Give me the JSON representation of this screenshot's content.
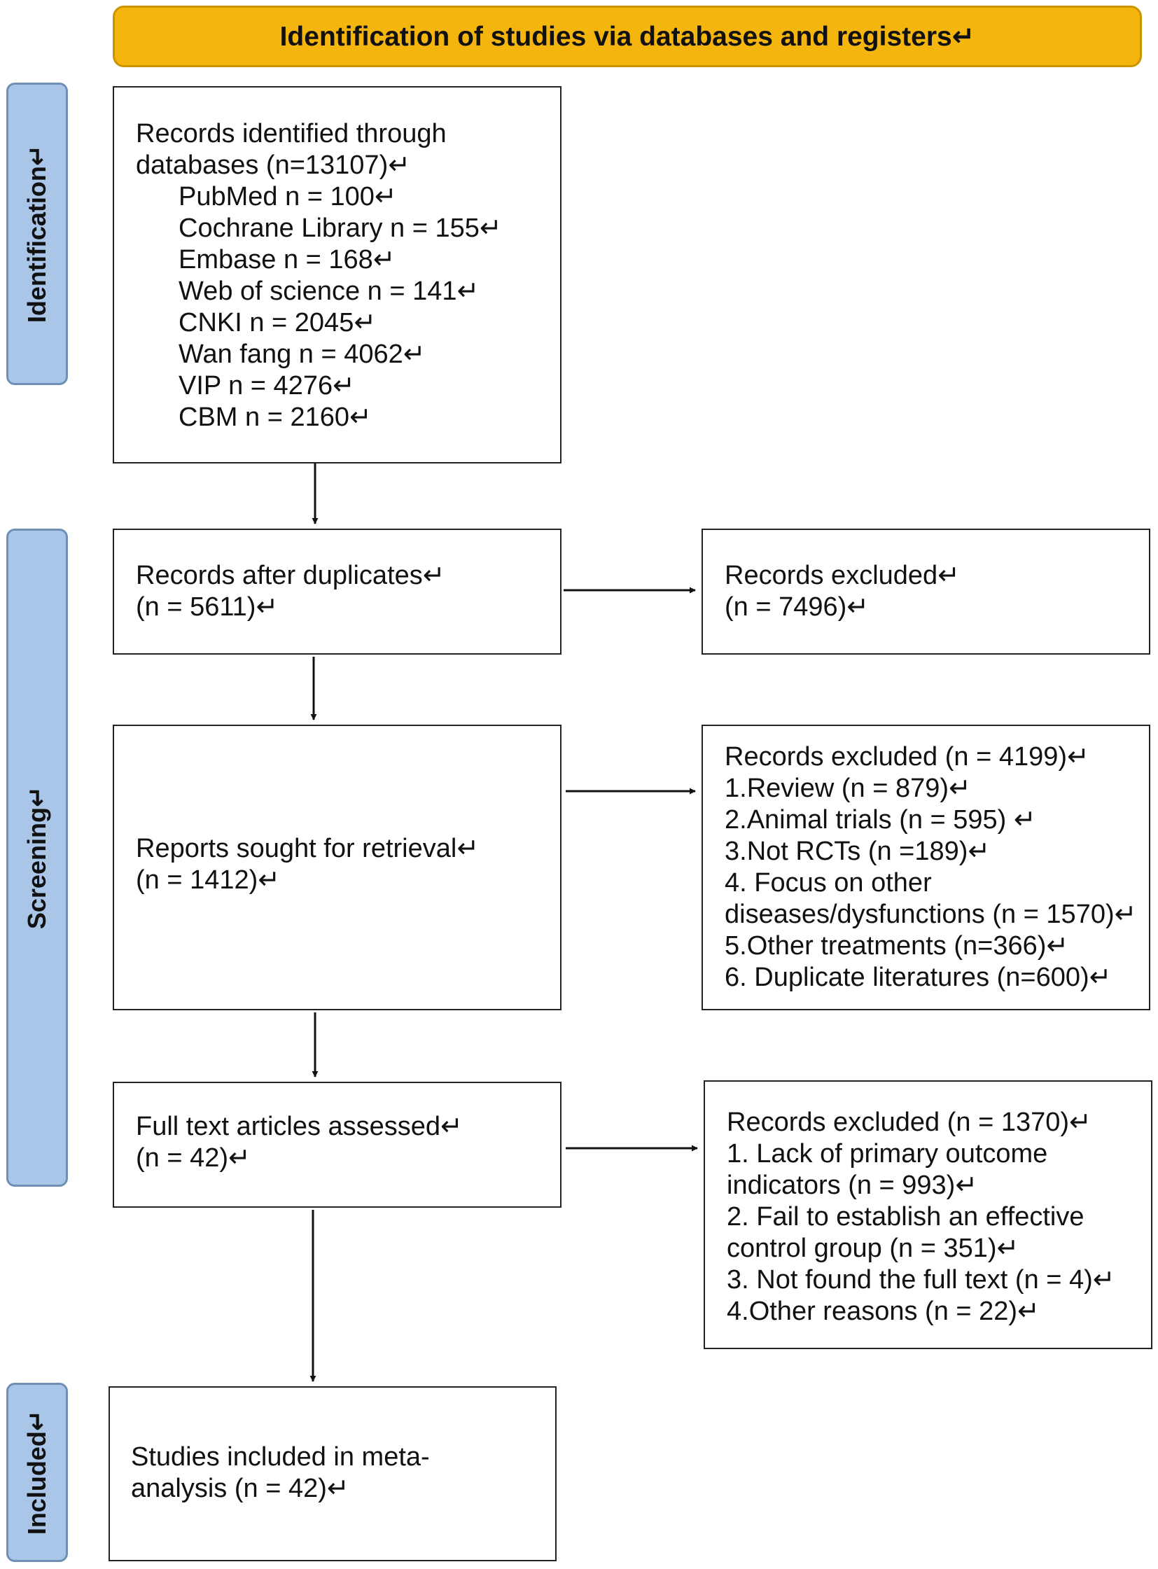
{
  "banner": {
    "title": "Identification of studies via databases and registers↵"
  },
  "phases": {
    "identification": "Identification↵",
    "screening": "Screening↵",
    "included": "Included↵"
  },
  "identified": {
    "title_lines": [
      "Records identified through",
      "databases (n=13107)↵"
    ],
    "sources": [
      "PubMed n = 100↵",
      "Cochrane Library n = 155↵",
      "Embase n = 168↵",
      "Web of science n = 141↵",
      "CNKI n = 2045↵",
      "Wan fang n = 4062↵",
      "VIP n = 4276↵",
      "CBM n = 2160↵"
    ]
  },
  "after_duplicates": {
    "lines": [
      "Records after duplicates↵",
      "(n = 5611)↵"
    ]
  },
  "excluded_1": {
    "lines": [
      "Records excluded↵",
      "(n = 7496)↵"
    ]
  },
  "sought": {
    "lines": [
      "Reports sought for retrieval↵",
      "(n = 1412)↵"
    ]
  },
  "excluded_2": {
    "lines": [
      "Records excluded (n = 4199)↵",
      "1.Review (n = 879)↵",
      "2.Animal trials (n = 595) ↵",
      "3.Not RCTs (n =189)↵",
      "4. Focus on other",
      "diseases/dysfunctions (n = 1570)↵",
      "5.Other treatments (n=366)↵",
      "6. Duplicate literatures (n=600)↵"
    ]
  },
  "assessed": {
    "lines": [
      "Full text articles assessed↵",
      "(n = 42)↵"
    ]
  },
  "excluded_3": {
    "lines": [
      "Records excluded (n = 1370)↵",
      "1. Lack of primary outcome",
      "indicators (n = 993)↵",
      "2. Fail to establish an effective",
      "control group (n = 351)↵",
      "3. Not found the full text (n = 4)↵",
      "4.Other reasons (n = 22)↵"
    ]
  },
  "included": {
    "lines": [
      "Studies included in meta-",
      "analysis (n = 42)↵"
    ]
  }
}
